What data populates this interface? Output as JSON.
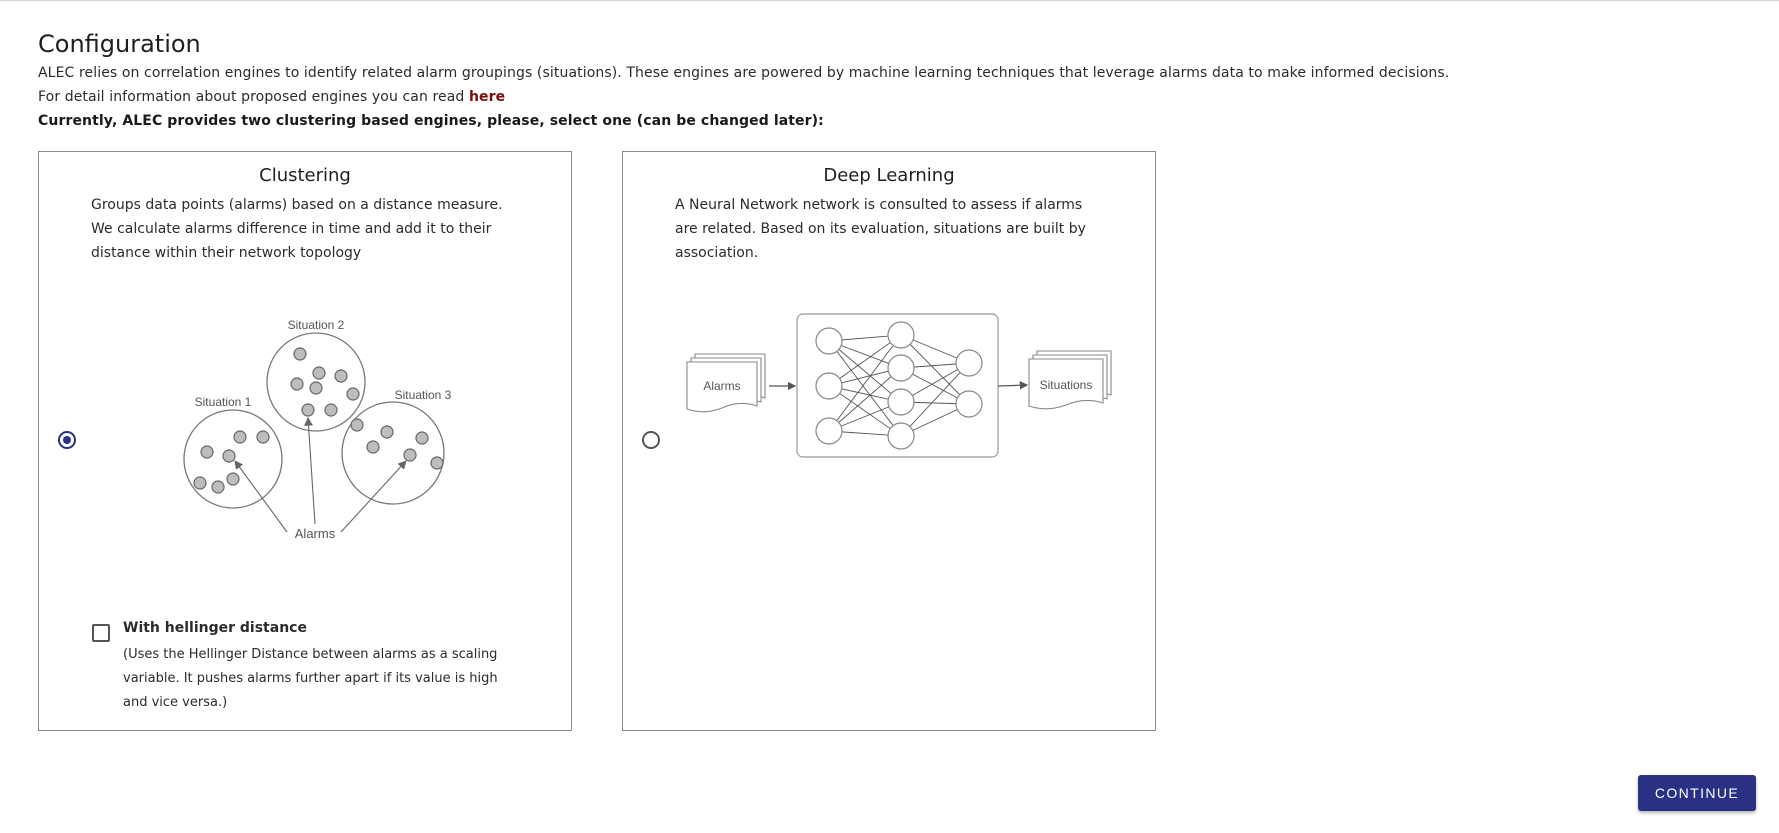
{
  "page": {
    "title": "Configuration",
    "intro_line1": "ALEC relies on correlation engines to identify related alarm groupings (situations). These engines are powered by machine learning techniques that leverage alarms data to make informed decisions.",
    "intro_line2_prefix": "For detail information about proposed engines you can read ",
    "intro_link": "here",
    "intro_line3": "Currently, ALEC provides two clustering based engines, please, select one (can be changed later):"
  },
  "engines": [
    {
      "title": "Clustering",
      "description": "Groups data points (alarms) based on a distance measure. We calculate alarms difference in time and add it to their distance within their network topology",
      "selected": true,
      "diagram": {
        "situation1": "Situation 1",
        "situation2": "Situation 2",
        "situation3": "Situation 3",
        "alarms": "Alarms"
      },
      "option": {
        "label": "With hellinger distance",
        "help": "(Uses the Hellinger Distance between alarms as a scaling variable. It pushes alarms further apart if its value is high and vice versa.)",
        "checked": false
      }
    },
    {
      "title": "Deep Learning",
      "description": "A Neural Network network is consulted to assess if alarms are related. Based on its evaluation, situations are built by association.",
      "selected": false,
      "diagram": {
        "alarms": "Alarms",
        "situations": "Situations"
      }
    }
  ],
  "actions": {
    "continue_label": "CONTINUE"
  },
  "colors": {
    "accent": "#2a3184",
    "link": "#7a0c0c",
    "card_border": "#8a8a8a"
  }
}
